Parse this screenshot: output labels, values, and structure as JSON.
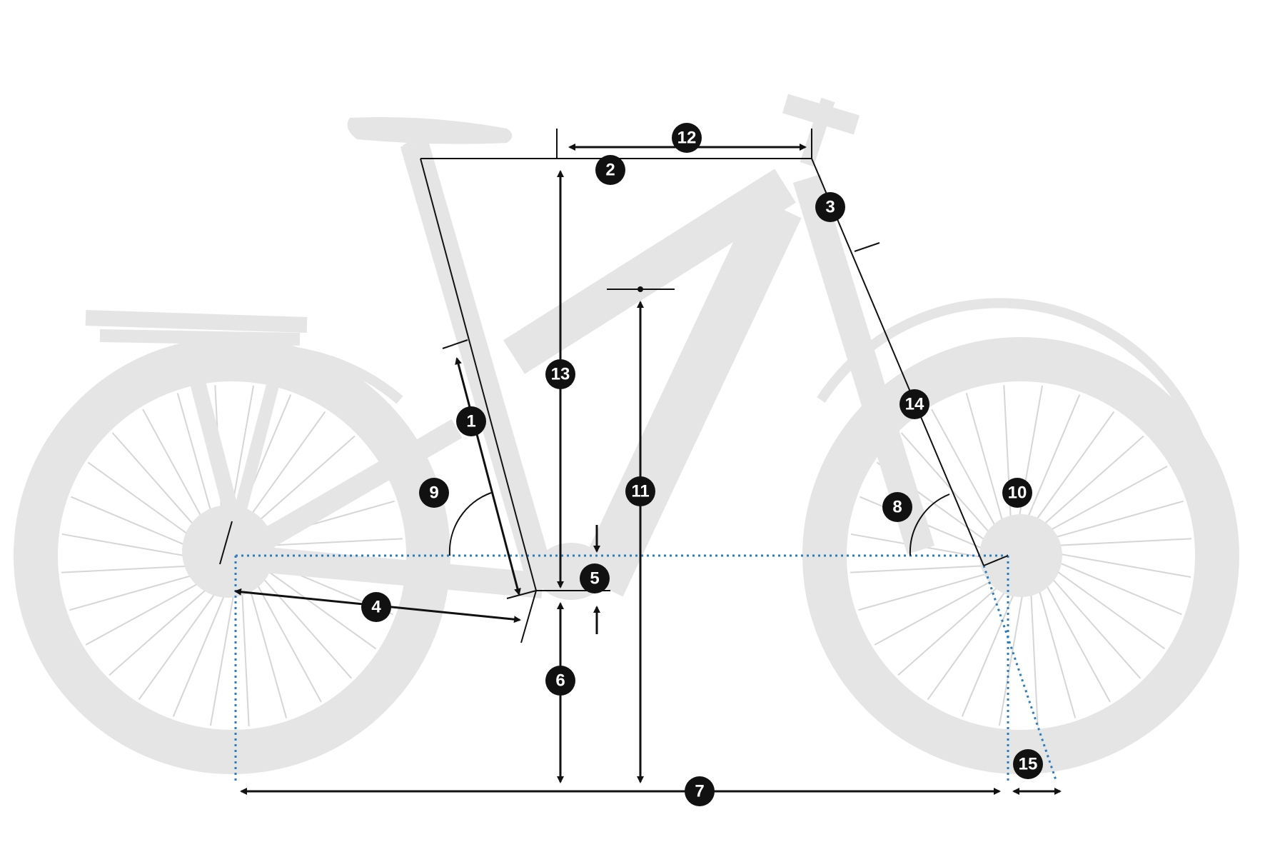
{
  "markers": [
    {
      "id": "m1",
      "label": "1"
    },
    {
      "id": "m2",
      "label": "2"
    },
    {
      "id": "m3",
      "label": "3"
    },
    {
      "id": "m4",
      "label": "4"
    },
    {
      "id": "m5",
      "label": "5"
    },
    {
      "id": "m6",
      "label": "6"
    },
    {
      "id": "m7",
      "label": "7"
    },
    {
      "id": "m8",
      "label": "8"
    },
    {
      "id": "m9",
      "label": "9"
    },
    {
      "id": "m10",
      "label": "10"
    },
    {
      "id": "m11",
      "label": "11"
    },
    {
      "id": "m12",
      "label": "12"
    },
    {
      "id": "m13",
      "label": "13"
    },
    {
      "id": "m14",
      "label": "14"
    },
    {
      "id": "m15",
      "label": "15"
    }
  ],
  "colors": {
    "silhouette": "#e5e5e5",
    "lines": "#111111",
    "ground_reference": "#2b7cc0"
  }
}
